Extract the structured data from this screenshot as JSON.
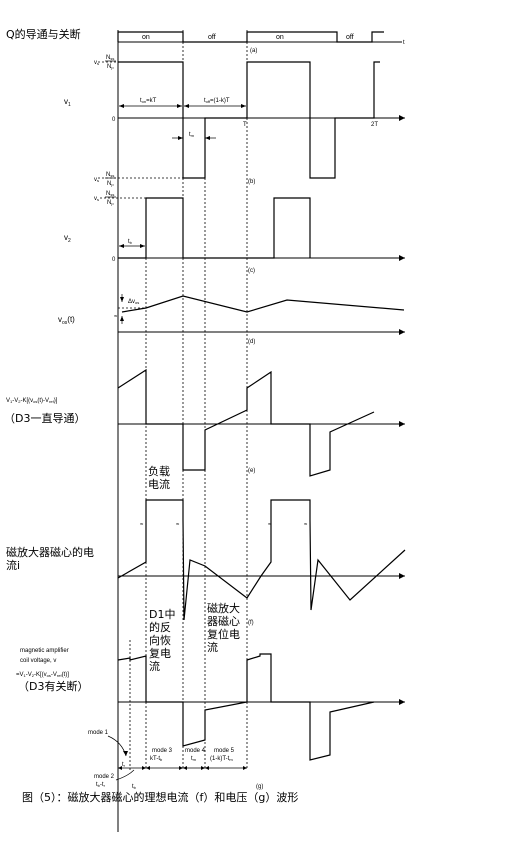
{
  "title_q": "Q的导通与关断",
  "states": {
    "on1": "on",
    "off1": "off",
    "on2": "on",
    "off2": "off"
  },
  "panels": {
    "a": "(a)",
    "b": "(b)",
    "c": "(c)",
    "d": "(d)",
    "e": "(e)",
    "f": "(f)",
    "g": "(g)"
  },
  "axis_t": "t",
  "v1": {
    "label": "v",
    "label_sub": "1",
    "vs_label": "v",
    "vs_sub": "s",
    "frac_top": "N",
    "frac_top_sub": "ss",
    "frac_bot": "N",
    "frac_bot_sub": "p",
    "ton": "t",
    "ton_sub": "on",
    "ton_eq": "=kT",
    "toff": "t",
    "toff_sub": "off",
    "toff_eq": "=(1-k)T",
    "tm": "t",
    "tm_sub": "m",
    "zero": "0",
    "T": "T",
    "twoT": "2T"
  },
  "v2": {
    "label": "v",
    "label_sub": "2",
    "vs_label": "v",
    "vs_sub": "s",
    "frac_top": "N",
    "frac_top_sub": "ss",
    "frac_bot": "N",
    "frac_bot_sub": "p",
    "tb": "t",
    "tb_sub": "b",
    "zero": "0"
  },
  "vos": {
    "label": "v",
    "label_sub": "os",
    "label_tail": "(t)",
    "delta": "Δv",
    "delta_sub": "os"
  },
  "e_label": {
    "pre": "V",
    "pre_sub": "1",
    "mid": "-V",
    "mid_sub": "2",
    "mid2": "-K[(v",
    "mid2_sub": "os",
    "mid3": "(t)-V",
    "mid3_sub": "ref",
    "tail": ")]",
    "note": "（D3一直导通）"
  },
  "load_current": "负载电流",
  "f_label": "磁放大器磁心的电流i",
  "d1_note": "D1中的反向恢复电流",
  "reset_note": "磁放大器磁心复位电流",
  "g_label": {
    "line1": "magnetic amplifier",
    "line2": "coil voltage,   v",
    "line3": "=V",
    "line3_sub1": "1",
    "line3_b": "-V",
    "line3_sub2": "2",
    "line3_c": "-K[(v",
    "line3_sub3": "os",
    "line3_d": "-V",
    "line3_sub4": "ref",
    "line3_e": "(t)]",
    "note": "（D3有关断）"
  },
  "modes": {
    "mode1": "mode 1",
    "mode2": "mode 2",
    "mode2_sub": "t",
    "mode2_sub2": "b",
    "mode2_tail": "-t",
    "mode2_sub3": "r",
    "mode3": "mode 3",
    "mode3_val": "kT-t",
    "mode3_sub": "b",
    "mode4": "mode 4",
    "mode4_val": "t",
    "mode4_sub": "m",
    "mode5": "mode 5",
    "mode5_val": "(1-k)T-t",
    "mode5_sub": "m",
    "tr": "t",
    "tr_sub": "r",
    "tb": "t",
    "tb_sub": "b"
  },
  "caption": "图（5）：磁放大器磁心的理想电流（f）和电压（g）波形"
}
